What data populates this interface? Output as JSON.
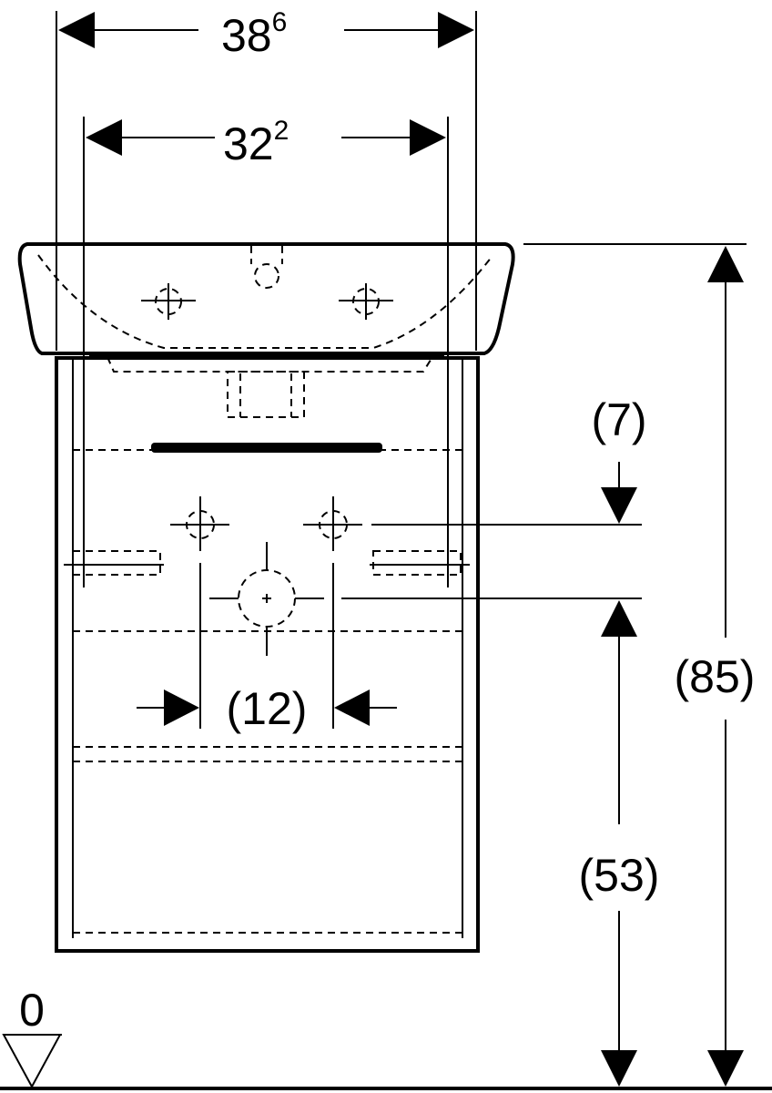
{
  "dimensions": {
    "overall_width": {
      "base": "38",
      "sup": "6"
    },
    "bowl_width": {
      "base": "32",
      "sup": "2"
    },
    "supply_offset": "(7)",
    "drain_spacing": "(12)",
    "total_height": "(85)",
    "drain_height": "(53)",
    "floor_level": "0"
  }
}
